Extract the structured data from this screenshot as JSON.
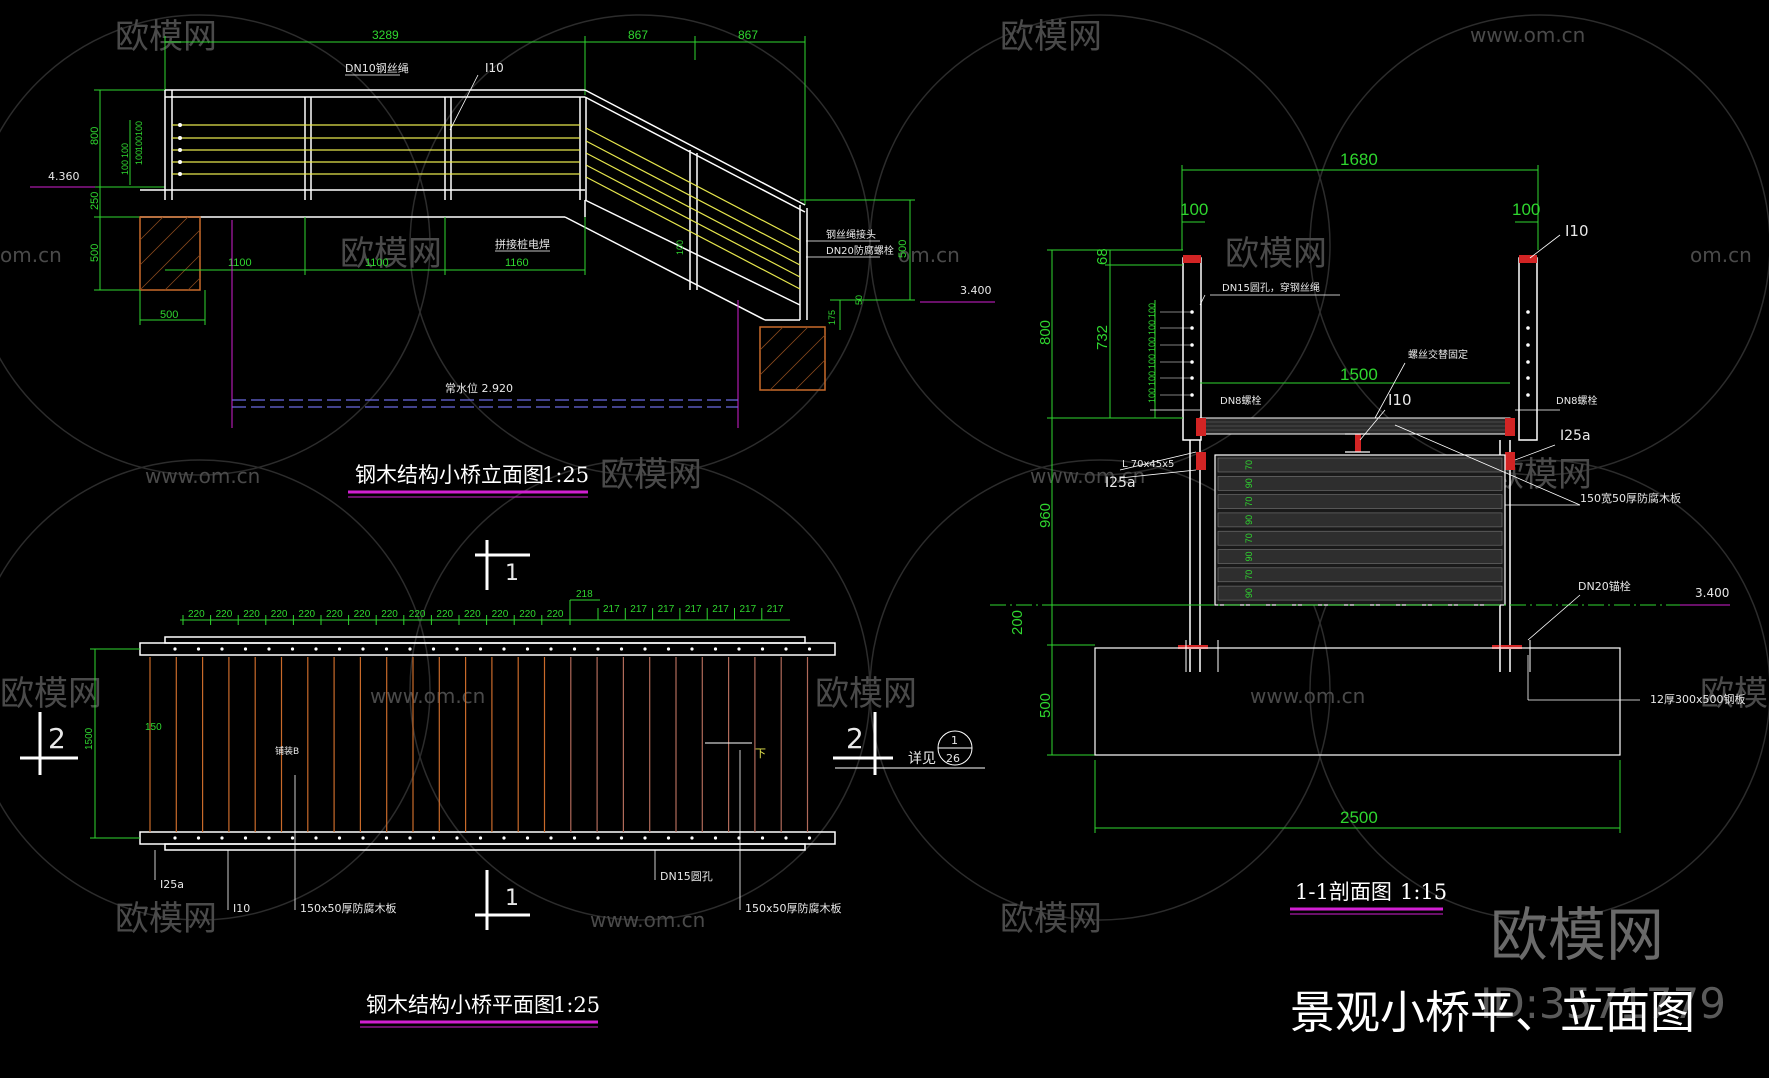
{
  "colors": {
    "background": "#000000",
    "dimension": "#2fd62f",
    "structure": "#ffffff",
    "rail_yellow": "#e6e64d",
    "plank_orange": "#c96a2a",
    "title_underline": "#d21fd2",
    "watermark": "#4a4a4a",
    "hatch": "#c96a2a"
  },
  "elevation": {
    "title": "钢木结构小桥立面图",
    "scale": "1:25",
    "dims": {
      "top_total": "3289",
      "top_right_a": "867",
      "top_right_b": "867",
      "height_800": "800",
      "height_250": "250",
      "height_500": "500",
      "foot_500": "500",
      "span_a": "1100",
      "span_b": "1100",
      "span_c": "1160",
      "rail_gaps": [
        "100",
        "100",
        "100",
        "100",
        "100"
      ],
      "side_100": "100",
      "side_175": "175",
      "side_50": "50"
    },
    "labels": {
      "rope": "DN10钢丝绳",
      "beam": "I10",
      "rope_head": "钢丝绳接头",
      "bolt": "DN20防腐螺栓",
      "welded": "拼接桩电焊",
      "level_left": "4.360",
      "level_right": "3.400",
      "water_level": "常水位 2.920"
    }
  },
  "plan": {
    "title": "钢木结构小桥平面图",
    "scale": "1:25",
    "spacing_a": [
      "220",
      "220",
      "220",
      "220",
      "220",
      "220",
      "220",
      "220",
      "220",
      "220",
      "220",
      "220",
      "220",
      "220"
    ],
    "spacing_b": [
      "217",
      "217",
      "217",
      "217",
      "217",
      "217",
      "217"
    ],
    "spacing_218": "218",
    "width_1500": "1500",
    "gap_150": "150",
    "labels": {
      "hole": "DN15圆孔",
      "plank_left": "150x50厚防腐木板",
      "plank_right": "150x50厚防腐木板",
      "beam_25a": "I25a",
      "beam_10": "I10",
      "detail": "详见",
      "detail_num": "1",
      "detail_sheet": "26",
      "down": "下",
      "plank_note": "铺装B",
      "section_mark": "1",
      "section_num": "2"
    }
  },
  "section": {
    "title": "1-1剖面图",
    "scale": "1:15",
    "dims": {
      "top_1680": "1680",
      "left_100": "100",
      "right_100": "100",
      "inner_1500": "1500",
      "base_2500": "2500",
      "h_800": "800",
      "h_68": "68",
      "h_732": "732",
      "h_960": "960",
      "h_200": "200",
      "h_500": "500",
      "rail_gaps": [
        "100",
        "100",
        "100",
        "100",
        "100",
        "100"
      ],
      "stack": [
        "70",
        "90",
        "70",
        "90",
        "70",
        "90",
        "70",
        "90"
      ]
    },
    "labels": {
      "beam_top": "I10",
      "beam_mid": "I10",
      "beam_25a_r": "I25a",
      "beam_25a_l": "I25a",
      "hole_rope": "DN15圆孔，穿钢丝绳",
      "cross_fix": "螺丝交替固定",
      "bolt_l": "DN8螺栓",
      "bolt_r": "DN8螺栓",
      "angle": "L 70x45x5",
      "plank": "150宽50厚防腐木板",
      "anchor": "DN20锚栓",
      "level": "3.400",
      "plate": "12厚300x500钢板"
    }
  },
  "sheet_title": "景观小桥平、立面图",
  "watermarks": {
    "brand": "欧模网",
    "url": "www.om.cn",
    "url_short": "om.cn",
    "id_text": "ID:3571779"
  }
}
